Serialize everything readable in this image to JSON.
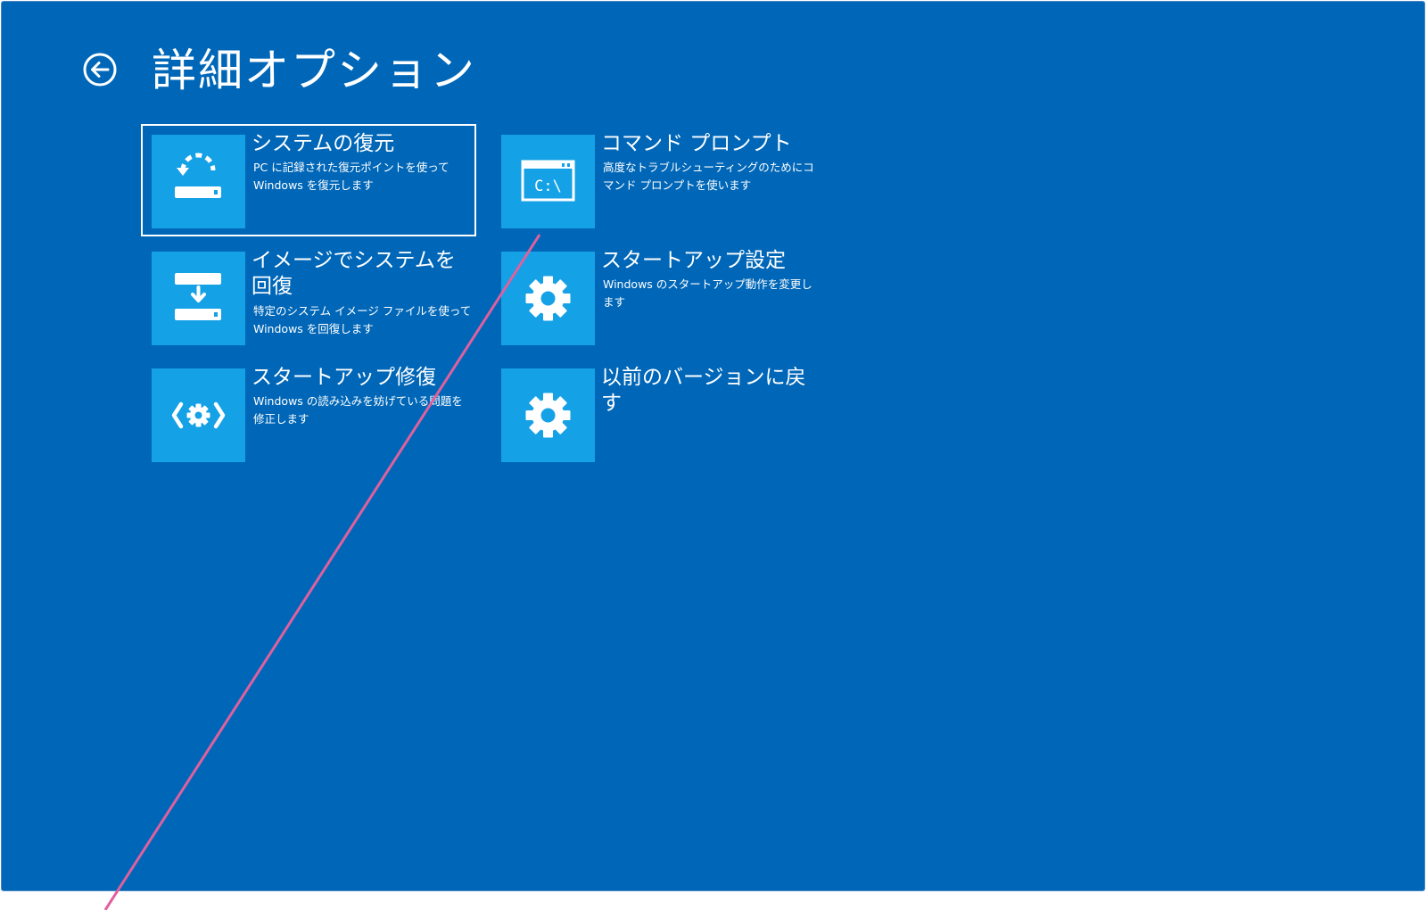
{
  "page": {
    "title": "詳細オプション",
    "back_icon": "arrow-left-circle-icon",
    "background_color": "#0067b8",
    "tile_color": "#14a1e6"
  },
  "options": [
    {
      "title": "システムの復元",
      "description": "PC に記録された復元ポイントを使って Windows を復元します",
      "icon": "system-restore-icon",
      "selected": true
    },
    {
      "title": "コマンド プロンプト",
      "description": "高度なトラブルシューティングのためにコマンド プロンプトを使います",
      "icon": "command-prompt-icon",
      "icon_text": "C:\\"
    },
    {
      "title": "イメージでシステムを回復",
      "description": "特定のシステム イメージ ファイルを使って Windows を回復します",
      "icon": "system-image-recovery-icon"
    },
    {
      "title": "スタートアップ設定",
      "description": "Windows のスタートアップ動作を変更します",
      "icon": "gear-icon"
    },
    {
      "title": "スタートアップ修復",
      "description": "Windows の読み込みを妨げている問題を修正します",
      "icon": "startup-repair-icon"
    },
    {
      "title": "以前のバージョンに戻す",
      "description": "",
      "icon": "gear-icon"
    }
  ],
  "annotation": {
    "color": "#e0609e"
  }
}
